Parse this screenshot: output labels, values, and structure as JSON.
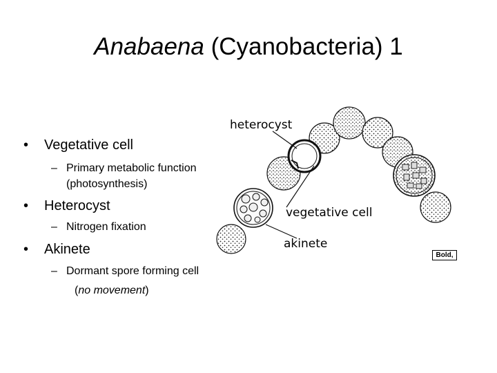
{
  "slide": {
    "title_italic": "Anabaena",
    "title_rest": " (Cyanobacteria) 1"
  },
  "bullets": [
    {
      "text": "Vegetative cell",
      "sub": "Primary metabolic function",
      "sub_cont": "(photosynthesis)"
    },
    {
      "text": "Heterocyst",
      "sub": "Nitrogen fixation"
    },
    {
      "text": "Akinete",
      "sub": "Dormant spore forming cell",
      "sub_cont_paren_open": "(",
      "sub_cont_italic": "no movement",
      "sub_cont_paren_close": ")"
    }
  ],
  "diagram": {
    "labels": {
      "heterocyst": "heterocyst",
      "vegetative": "vegetative cell",
      "akinete": "akinete"
    },
    "corner_label": "Bold,"
  },
  "symbols": {
    "bullet": "•",
    "dash": "–"
  }
}
